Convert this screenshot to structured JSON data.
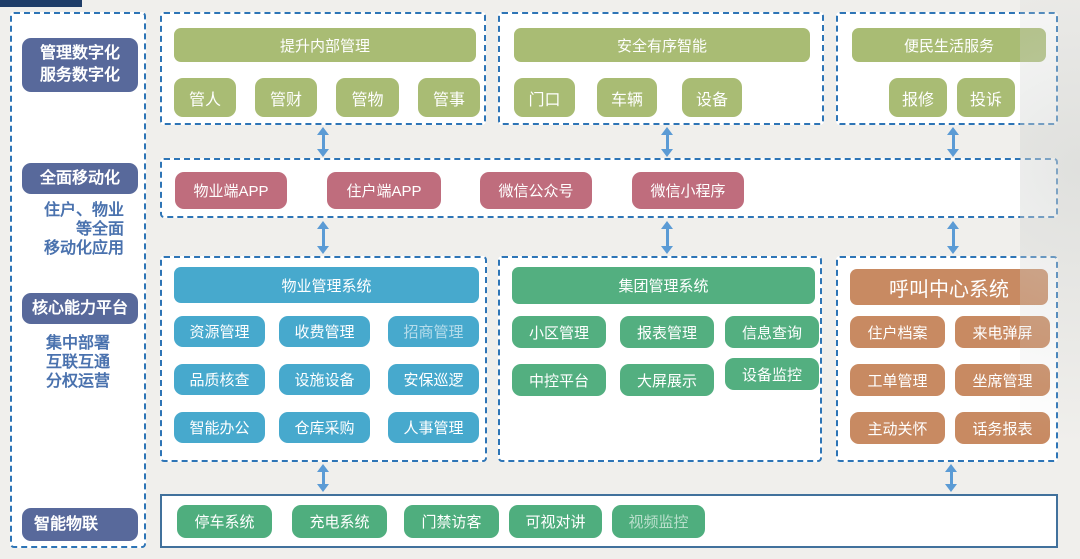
{
  "colors": {
    "top_bar_navy": "#1f3d68",
    "olive_green_nodes": "#a9bc74",
    "app_pink_nodes": "#bf6d7d",
    "property_system_teal": "#47a9cd",
    "group_system_green": "#53af80",
    "call_center_orange": "#c88a62",
    "iot_green_nodes": "#4fae7e",
    "sidebar_pill_blue": "#58699b",
    "sidebar_text_blue": "#4a72ae",
    "dashed_border_blue": "#2e75b6",
    "solid_border_blue": "#41719c",
    "arrow_blue": "#5b9bd5"
  },
  "sidebar": {
    "items": [
      {
        "kind": "pill",
        "label": "管理数字化\n服务数字化"
      },
      {
        "kind": "pill",
        "label": "全面移动化"
      },
      {
        "kind": "note",
        "label": "住户、物业\n等全面\n移动化应用"
      },
      {
        "kind": "pill",
        "label": "核心能力平台"
      },
      {
        "kind": "note",
        "label": "集中部署\n互联互通\n分权运营"
      },
      {
        "kind": "pill",
        "label": "智能物联"
      }
    ]
  },
  "top_groups": [
    {
      "header": "提升内部管理",
      "items": [
        "管人",
        "管财",
        "管物",
        "管事"
      ]
    },
    {
      "header": "安全有序智能",
      "items": [
        "门口",
        "车辆",
        "设备"
      ]
    },
    {
      "header": "便民生活服务",
      "items": [
        "报修",
        "投诉"
      ]
    }
  ],
  "mobile_row": {
    "items": [
      "物业端APP",
      "住户端APP",
      "微信公众号",
      "微信小程序"
    ]
  },
  "systems": [
    {
      "header": "物业管理系统",
      "items": [
        "资源管理",
        "收费管理",
        "招商管理",
        "品质核查",
        "设施设备",
        "安保巡逻",
        "智能办公",
        "仓库采购",
        "人事管理"
      ]
    },
    {
      "header": "集团管理系统",
      "items": [
        "小区管理",
        "报表管理",
        "信息查询",
        "中控平台",
        "大屏展示",
        "设备监控"
      ]
    },
    {
      "header": "呼叫中心系统",
      "items": [
        "住户档案",
        "来电弹屏",
        "工单管理",
        "坐席管理",
        "主动关怀",
        "话务报表"
      ]
    }
  ],
  "iot_row": {
    "items": [
      "停车系统",
      "充电系统",
      "门禁访客",
      "可视对讲",
      "视频监控"
    ]
  },
  "muted_items": [
    "招商管理",
    "视频监控"
  ]
}
